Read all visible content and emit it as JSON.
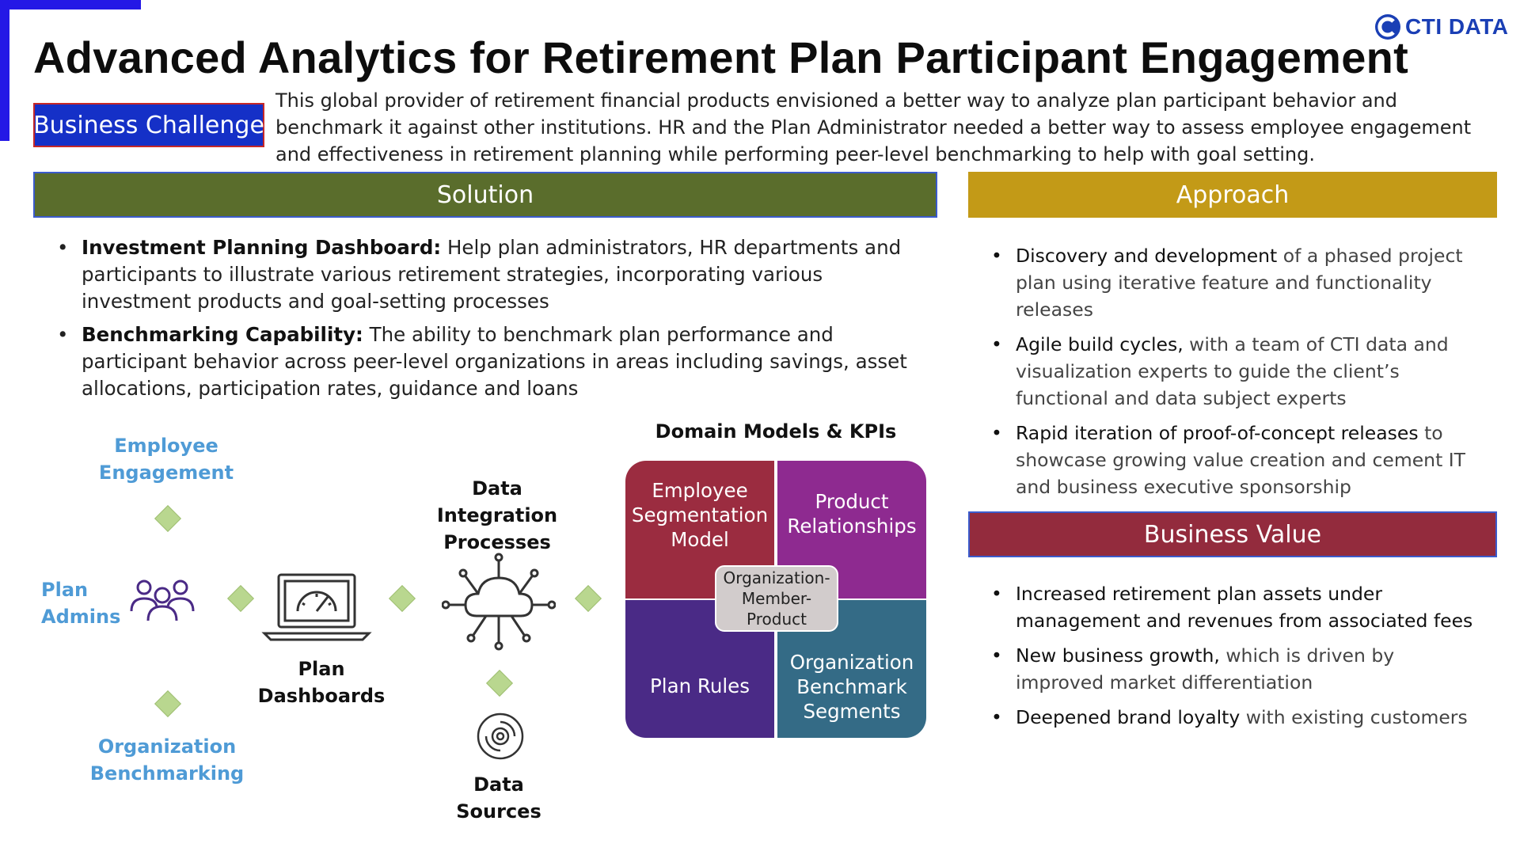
{
  "logo": {
    "text": "CTI DATA",
    "color": "#1a3fb5"
  },
  "title": "Advanced Analytics for Retirement Plan Participant Engagement",
  "business_challenge": {
    "label": "Business Challenge",
    "text": "This global provider of retirement financial products envisioned a better way to analyze plan participant behavior and benchmark it against other institutions.  HR and the Plan Administrator needed a  better way to assess employee engagement and effectiveness in retirement planning while performing peer-level benchmarking to help with goal setting."
  },
  "solution": {
    "header": "Solution",
    "items": [
      {
        "bold": "Investment Planning Dashboard:",
        "text": " Help plan administrators, HR departments and participants to illustrate  various retirement strategies, incorporating various investment products and goal-setting processes"
      },
      {
        "bold": "Benchmarking Capability:",
        "text": " The ability to benchmark plan performance and participant behavior across peer-level organizations in areas including savings, asset allocations, participation rates, guidance and loans"
      }
    ]
  },
  "diagram": {
    "employee_engagement": "Employee Engagement",
    "plan_admins": "Plan Admins",
    "organization_benchmarking": "Organization Benchmarking",
    "plan_dashboards": "Plan Dashboards",
    "data_integration": "Data Integration Processes",
    "data_sources": "Data Sources",
    "domain_models_title": "Domain Models & KPIs",
    "quadrants": {
      "q1": "Employee Segmentation Model",
      "q2": "Product Relationships",
      "q3": "Plan Rules",
      "q4": "Organization Benchmark Segments",
      "center": "Organization-Member-Product"
    },
    "colors": {
      "q1": "#9b2c40",
      "q2": "#8e2a90",
      "q3": "#4a2a86",
      "q4": "#346b86",
      "connector": "#b9d78f",
      "label_blue": "#4f9bd6"
    }
  },
  "approach": {
    "header": "Approach",
    "items": [
      {
        "bold": "Discovery and development",
        "text": " of a phased project plan using iterative feature and functionality releases"
      },
      {
        "bold": "Agile build cycles,",
        "text": " with a team of CTI data and visualization experts to guide the client’s functional and data subject experts"
      },
      {
        "bold": "Rapid iteration of proof-of-concept releases",
        "text": " to showcase growing value creation and cement IT and business executive sponsorship"
      }
    ]
  },
  "business_value": {
    "header": "Business Value",
    "items": [
      {
        "bold": "Increased retirement plan assets under management and revenues from associated fees",
        "text": ""
      },
      {
        "bold": "New business growth,",
        "text": " which is driven by improved market differentiation"
      },
      {
        "bold": "Deepened brand loyalty",
        "text": " with existing customers"
      }
    ]
  },
  "colors": {
    "accent": "#2418e6",
    "solution": "#5a6d2c",
    "approach": "#c39a17",
    "value": "#932b3d",
    "challenge": "#1530c7"
  }
}
